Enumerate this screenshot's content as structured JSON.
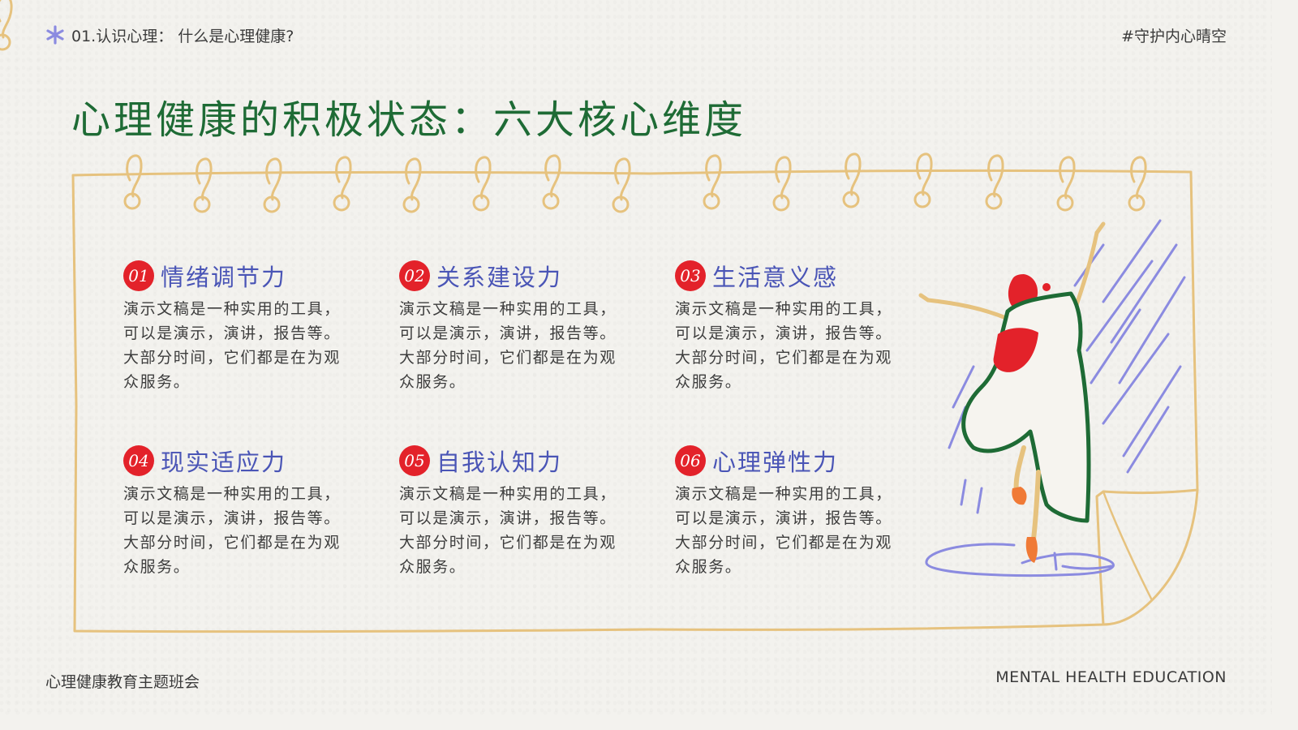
{
  "header": {
    "section_label": "01.认识心理： 什么是心理健康?",
    "hashtag": "#守护内心晴空"
  },
  "title": "心理健康的积极状态：六大核心维度",
  "cards": [
    {
      "num": "01",
      "title": "情绪调节力",
      "body": "演示文稿是一种实用的工具，可以是演示，演讲，报告等。大部分时间，它们都是在为观众服务。"
    },
    {
      "num": "02",
      "title": "关系建设力",
      "body": "演示文稿是一种实用的工具，可以是演示，演讲，报告等。大部分时间，它们都是在为观众服务。"
    },
    {
      "num": "03",
      "title": "生活意义感",
      "body": "演示文稿是一种实用的工具，可以是演示，演讲，报告等。大部分时间，它们都是在为观众服务。"
    },
    {
      "num": "04",
      "title": "现实适应力",
      "body": "演示文稿是一种实用的工具，可以是演示，演讲，报告等。大部分时间，它们都是在为观众服务。"
    },
    {
      "num": "05",
      "title": "自我认知力",
      "body": "演示文稿是一种实用的工具，可以是演示，演讲，报告等。大部分时间，它们都是在为观众服务。"
    },
    {
      "num": "06",
      "title": "心理弹性力",
      "body": "演示文稿是一种实用的工具，可以是演示，演讲，报告等。大部分时间，它们都是在为观众服务。"
    }
  ],
  "footer": {
    "left": "心理健康教育主题班会",
    "right": "MENTAL HEALTH EDUCATION"
  },
  "colors": {
    "title_green": "#1e6b35",
    "badge_red": "#e3222a",
    "card_title_blue": "#4a55b6",
    "frame_tan": "#e6c27e",
    "accent_purple": "#8b8be0"
  },
  "icons": {
    "header_icon": "asterisk-icon",
    "illustration": "dancer-illustration"
  }
}
